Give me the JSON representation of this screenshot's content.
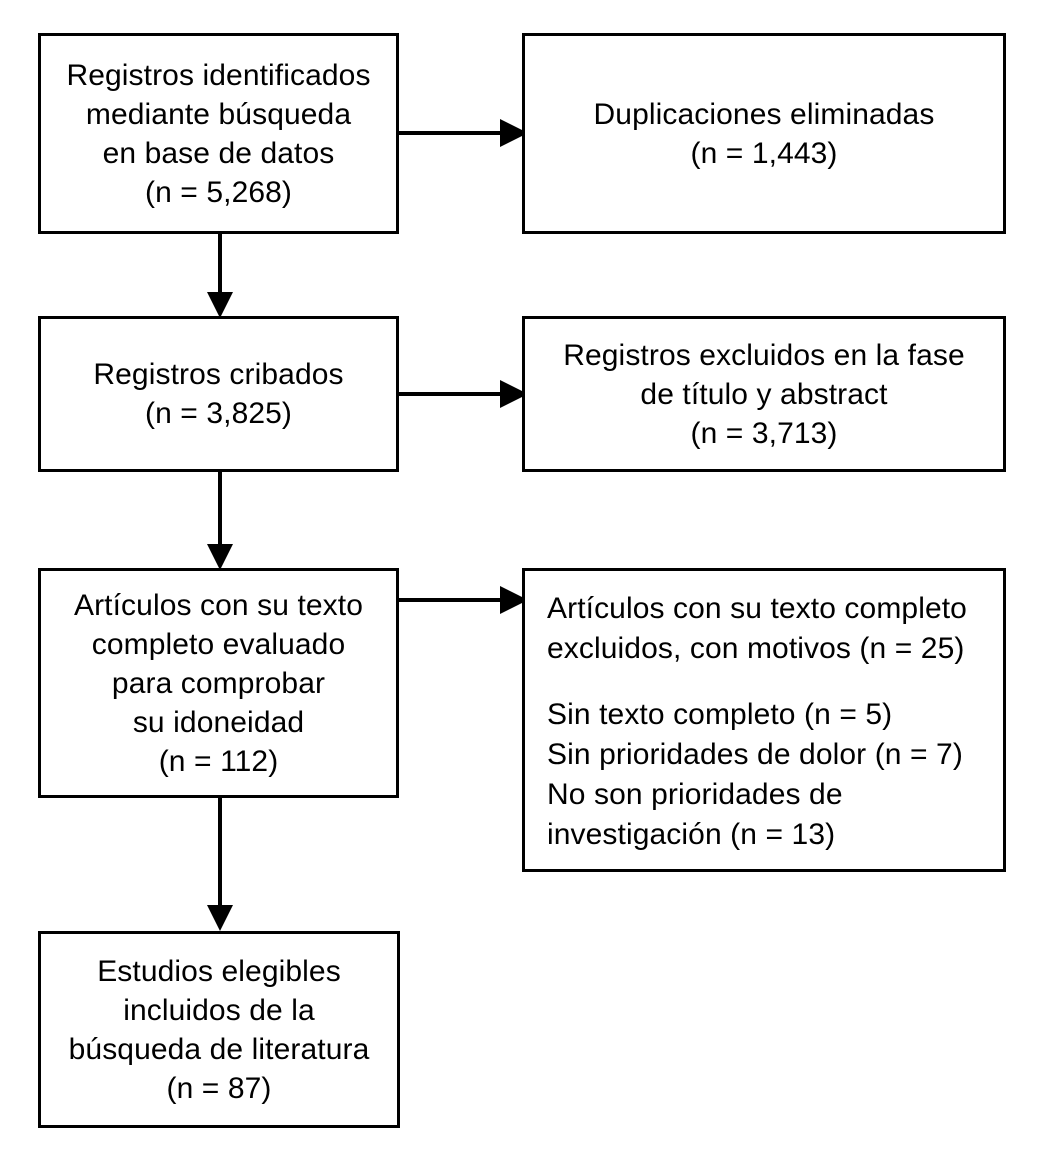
{
  "diagram": {
    "type": "prisma-flow-diagram",
    "language": "es",
    "stroke_color": "#000000",
    "background_color": "#ffffff",
    "boxes": {
      "identified": {
        "lines": [
          "Registros identificados",
          "mediante búsqueda",
          "en base de datos",
          "(n = 5,268)"
        ]
      },
      "duplicates_removed": {
        "lines": [
          "Duplicaciones eliminadas",
          "(n = 1,443)"
        ]
      },
      "screened": {
        "lines": [
          "Registros cribados",
          "(n = 3,825)"
        ]
      },
      "excluded_title_abstract": {
        "lines": [
          "Registros excluidos en la fase",
          "de título y abstract",
          "(n = 3,713)"
        ]
      },
      "fulltext_assessed": {
        "lines": [
          "Artículos con su texto",
          "completo evaluado",
          "para comprobar",
          "su idoneidad",
          "(n = 112)"
        ]
      },
      "fulltext_excluded": {
        "lines": [
          "Artículos con su texto completo",
          "excluidos, con motivos (n = 25)",
          "",
          "Sin texto completo (n = 5)",
          "Sin prioridades de dolor (n = 7)",
          "No son prioridades de",
          "investigación (n = 13)"
        ]
      },
      "included": {
        "lines": [
          "Estudios elegibles",
          "incluidos de la",
          "búsqueda de literatura",
          "(n = 87)"
        ]
      }
    },
    "counts": {
      "identified": 5268,
      "duplicates_removed": 1443,
      "screened": 3825,
      "excluded_title_abstract": 3713,
      "fulltext_assessed": 112,
      "fulltext_excluded": 25,
      "reason_no_fulltext": 5,
      "reason_no_pain_priorities": 7,
      "reason_not_research_priorities": 13,
      "included": 87
    },
    "arrows": [
      {
        "name": "identified-to-duplicates",
        "direction": "right"
      },
      {
        "name": "identified-to-screened",
        "direction": "down"
      },
      {
        "name": "screened-to-excluded",
        "direction": "right"
      },
      {
        "name": "screened-to-fulltext",
        "direction": "down"
      },
      {
        "name": "fulltext-to-excluded",
        "direction": "right"
      },
      {
        "name": "fulltext-to-included",
        "direction": "down"
      }
    ]
  }
}
